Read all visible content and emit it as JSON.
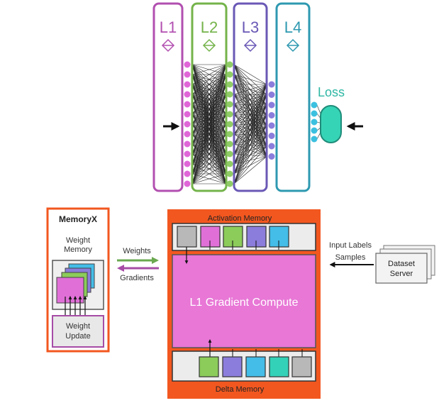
{
  "network": {
    "layers": [
      {
        "label": "L1",
        "color": "#b24fb0"
      },
      {
        "label": "L2",
        "color": "#74b34a"
      },
      {
        "label": "L3",
        "color": "#6a58b5"
      },
      {
        "label": "L4",
        "color": "#2e99b0"
      }
    ],
    "loss_label": "Loss",
    "loss_color": "#2eb7a4",
    "node_colors": [
      "#e066d8",
      "#8fcc66",
      "#8a7ddb",
      "#3cc0e0"
    ]
  },
  "memoryx": {
    "title": "MemoryX",
    "weight_memory_label": "Weight Memory",
    "weight_update_label": "Weight Update"
  },
  "transfer": {
    "weights_label": "Weights",
    "weights_color": "#6aa84f",
    "gradients_label": "Gradients",
    "gradients_color": "#a64ca6"
  },
  "engine": {
    "activation_memory_label": "Activation Memory",
    "compute_label": "L1 Gradient Compute",
    "delta_memory_label": "Delta Memory",
    "activation_cells": [
      "gray",
      "magenta",
      "green",
      "purple",
      "cyan"
    ],
    "delta_cells": [
      "green",
      "purple",
      "cyan",
      "teal",
      "gray"
    ],
    "cell_colors": {
      "gray": "#b8b8b8",
      "magenta": "#e070d8",
      "green": "#8ccc5a",
      "purple": "#8b7ddb",
      "cyan": "#44bde8",
      "teal": "#33d1b8"
    },
    "frame_color": "#f2571f",
    "compute_color": "#e877d6"
  },
  "dataset": {
    "input_labels": "Input Labels",
    "input_samples": "Samples",
    "server_label": "Dataset Server"
  }
}
